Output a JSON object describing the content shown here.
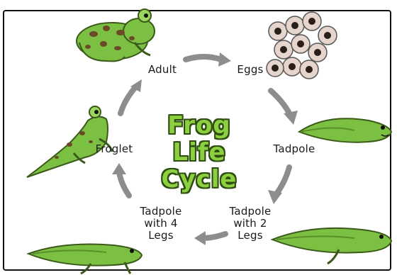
{
  "title": {
    "line1": "Frog",
    "line2": "Life",
    "line3": "Cycle"
  },
  "stages": {
    "adult": "Adult",
    "eggs": "Eggs",
    "tadpole": "Tadpole",
    "tadpole_2_legs": [
      "Tadpole",
      "with 2",
      "Legs"
    ],
    "tadpole_4_legs": [
      "Tadpole",
      "with 4",
      "Legs"
    ],
    "froglet": "Froglet"
  },
  "colors": {
    "frog_green": "#7cc043",
    "frog_spots": "#6b4a2a",
    "arrow_gray": "#8d8d8d",
    "egg_outer": "#e6d5cc",
    "egg_inner": "#2a1e1a",
    "title_fill": "#8ccf3f",
    "title_outline": "#2e4d12"
  }
}
